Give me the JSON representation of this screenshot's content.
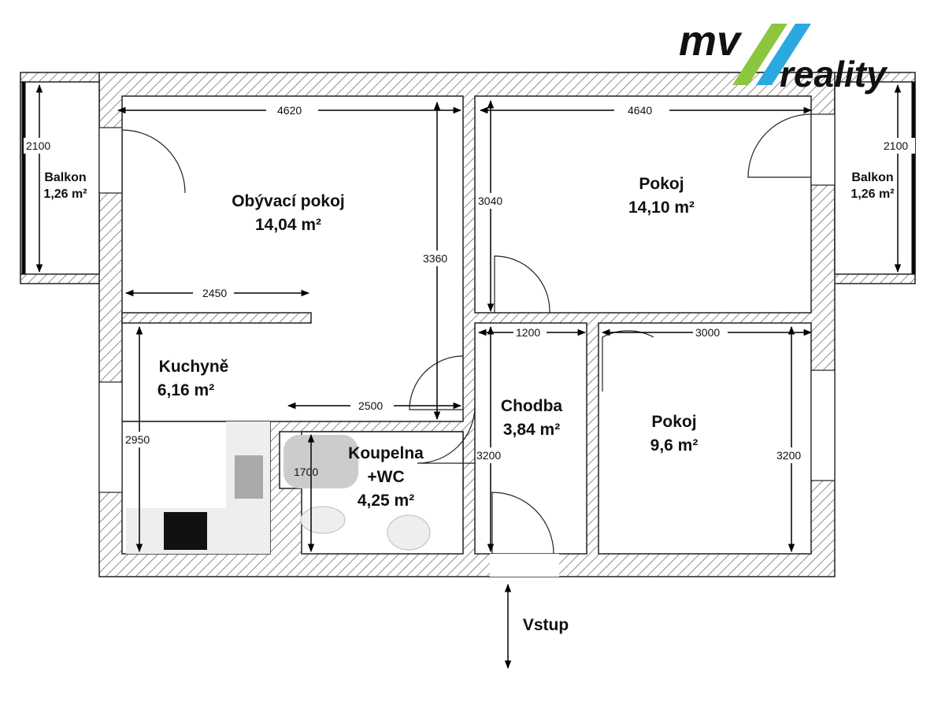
{
  "logo": {
    "top": "mv",
    "bottom": "reality",
    "colors": {
      "green": "#8cc63f",
      "blue": "#29a9e0"
    }
  },
  "rooms": [
    {
      "name": "Obývací pokoj",
      "area": "14,04 m²"
    },
    {
      "name": "Pokoj",
      "area": "14,10 m²"
    },
    {
      "name": "Kuchyně",
      "area": "6,16 m²"
    },
    {
      "name": "Chodba",
      "area": "3,84 m²"
    },
    {
      "name": "Pokoj",
      "area": "9,6 m²"
    },
    {
      "name": "Koupelna",
      "name2": "+WC",
      "area": "4,25 m²"
    },
    {
      "name": "Balkon",
      "area": "1,26 m²"
    },
    {
      "name": "Balkon",
      "area": "1,26 m²"
    }
  ],
  "dims": {
    "living_w": "4620",
    "living_h": "3360",
    "living_lower": "2450",
    "room1_w": "4640",
    "room1_h": "3040",
    "balcony_l": "2100",
    "balcony_r": "2100",
    "kitchen_h": "2950",
    "kitchen_w": "2500",
    "bath_h": "1700",
    "hall_w": "1200",
    "hall_h": "3200",
    "room2_w": "3000",
    "room2_h": "3200"
  },
  "entry": "Vstup"
}
